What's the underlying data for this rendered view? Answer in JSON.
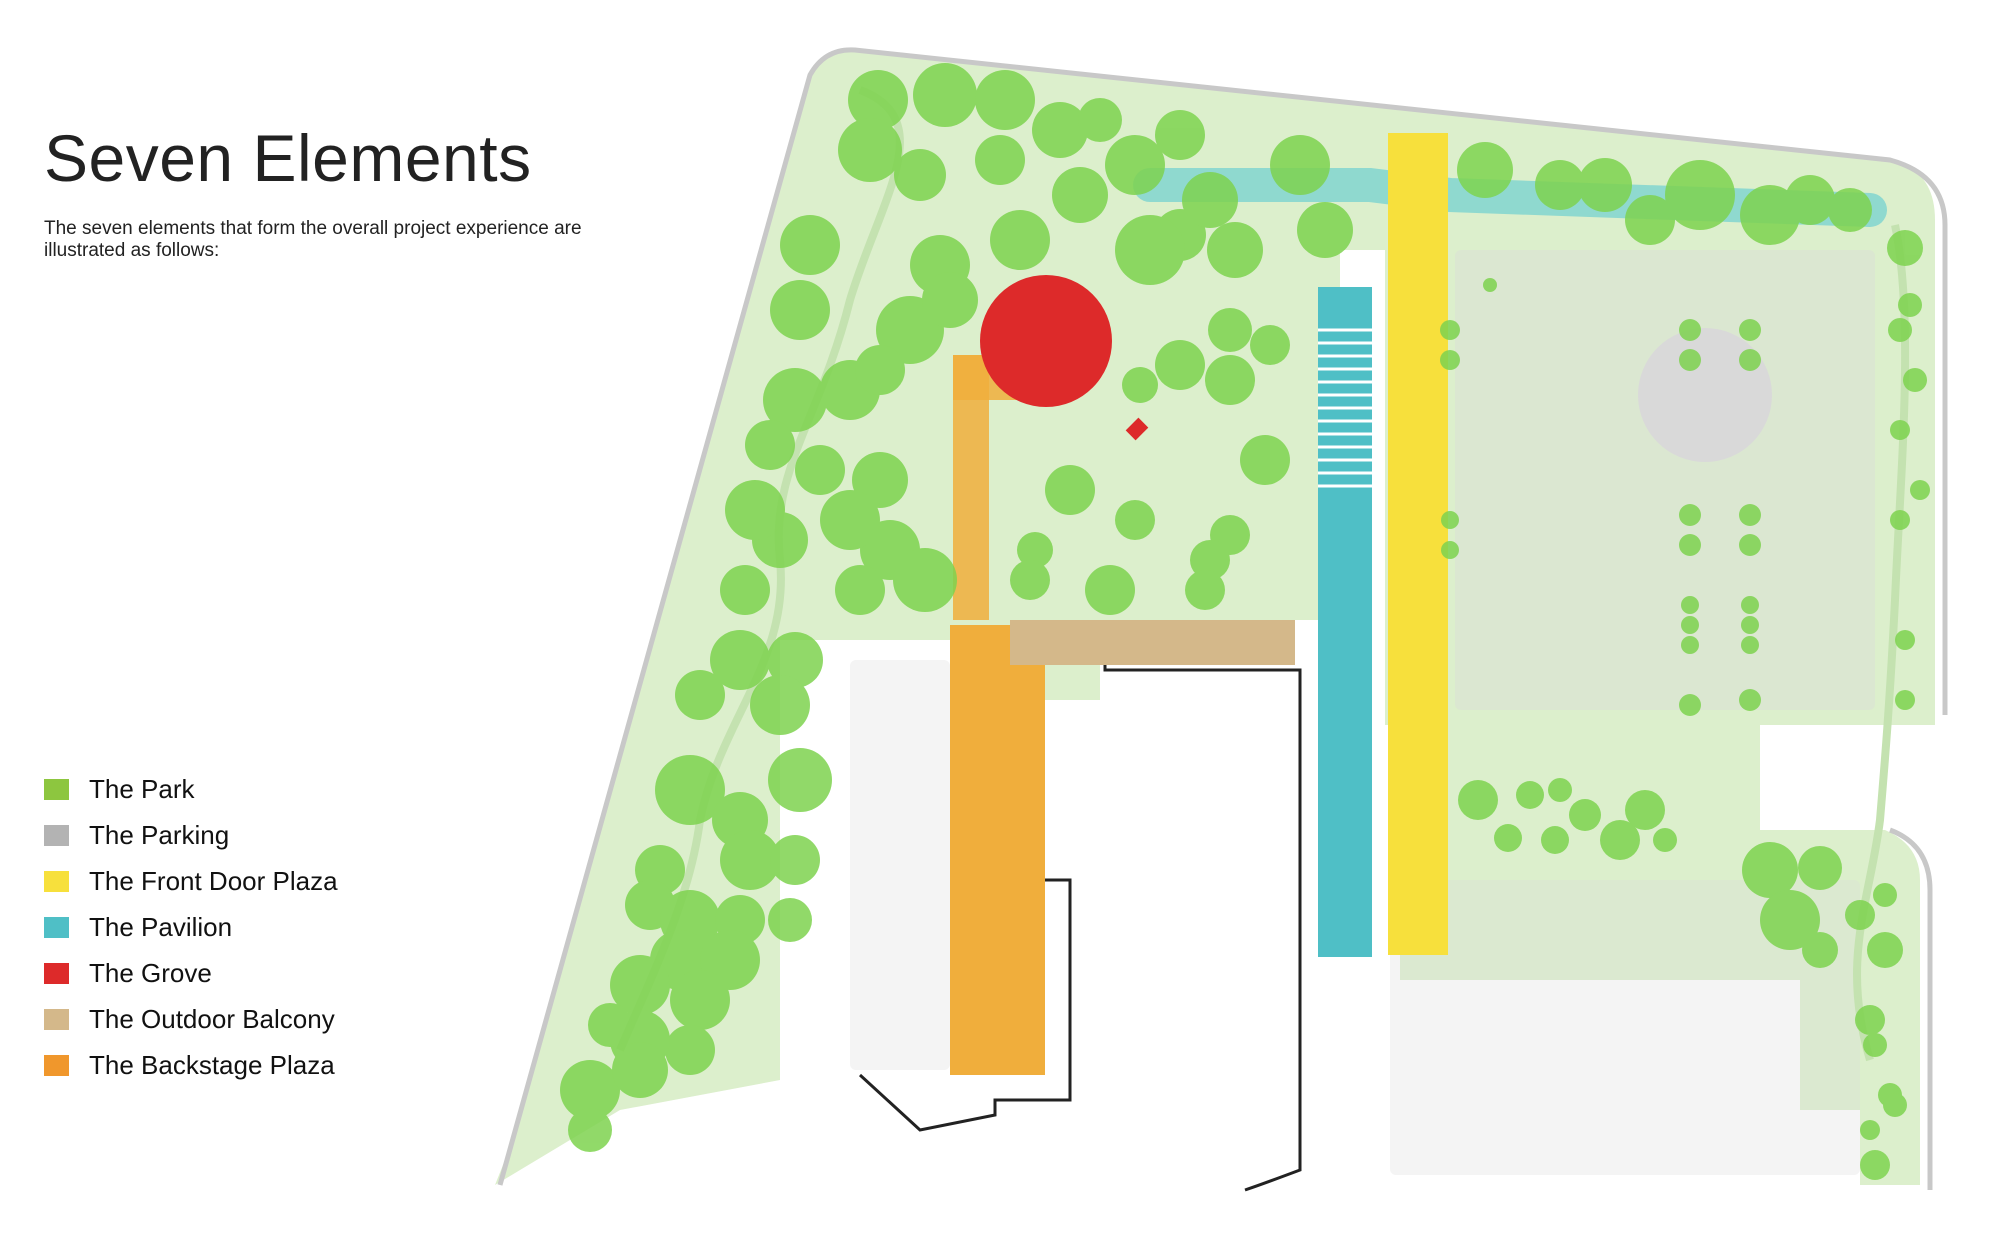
{
  "header": {
    "title": "Seven Elements",
    "subtitle": "The seven elements that form the overall project experience are illustrated as follows:"
  },
  "legend": {
    "items": [
      {
        "label": "The Park",
        "color": "#8dc63f"
      },
      {
        "label": "The Parking",
        "color": "#b3b3b3"
      },
      {
        "label": "The Front Door Plaza",
        "color": "#f7e03c"
      },
      {
        "label": "The Pavilion",
        "color": "#4fbfc6"
      },
      {
        "label": "The Grove",
        "color": "#dd2a2a"
      },
      {
        "label": "The Outdoor Balcony",
        "color": "#d4b88a"
      },
      {
        "label": "The Backstage Plaza",
        "color": "#f0972c"
      }
    ]
  },
  "map_colors": {
    "park_lawn": "#dcefcc",
    "tree": "#7ed34f",
    "water": "#8fd9cf",
    "grove": "#dd2a2a",
    "front_door_plaza": "#f7e03c",
    "pavilion": "#4fbfc6",
    "outdoor_balcony": "#d4b88a",
    "backstage_plaza": "#f0ae3c",
    "parking": "#d9d9d9"
  }
}
